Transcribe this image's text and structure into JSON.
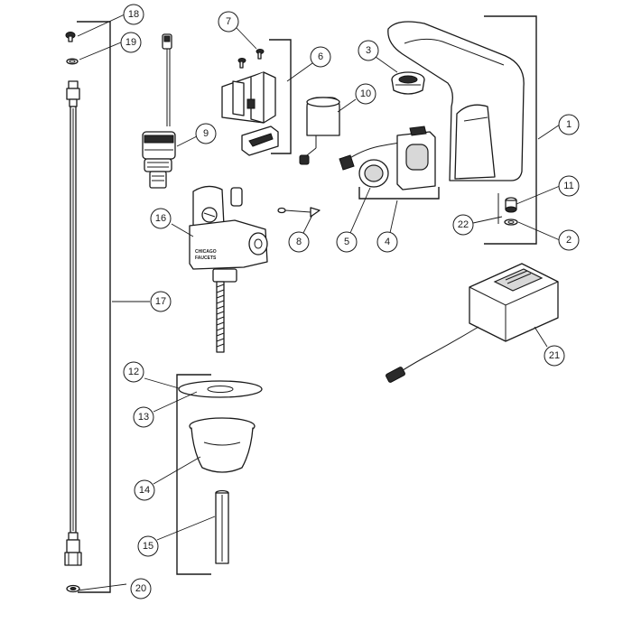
{
  "callouts": [
    {
      "id": "c18",
      "label": "18"
    },
    {
      "id": "c19",
      "label": "19"
    },
    {
      "id": "c7",
      "label": "7"
    },
    {
      "id": "c6",
      "label": "6"
    },
    {
      "id": "c3",
      "label": "3"
    },
    {
      "id": "c10",
      "label": "10"
    },
    {
      "id": "c9",
      "label": "9"
    },
    {
      "id": "c1",
      "label": "1"
    },
    {
      "id": "c11",
      "label": "11"
    },
    {
      "id": "c22",
      "label": "22"
    },
    {
      "id": "c2",
      "label": "2"
    },
    {
      "id": "c16",
      "label": "16"
    },
    {
      "id": "c8",
      "label": "8"
    },
    {
      "id": "c5",
      "label": "5"
    },
    {
      "id": "c4",
      "label": "4"
    },
    {
      "id": "c17",
      "label": "17"
    },
    {
      "id": "c21",
      "label": "21"
    },
    {
      "id": "c12",
      "label": "12"
    },
    {
      "id": "c13",
      "label": "13"
    },
    {
      "id": "c14",
      "label": "14"
    },
    {
      "id": "c15",
      "label": "15"
    },
    {
      "id": "c20",
      "label": "20"
    }
  ],
  "valve_brand": [
    "CHICAGO",
    "FAUCETS"
  ]
}
